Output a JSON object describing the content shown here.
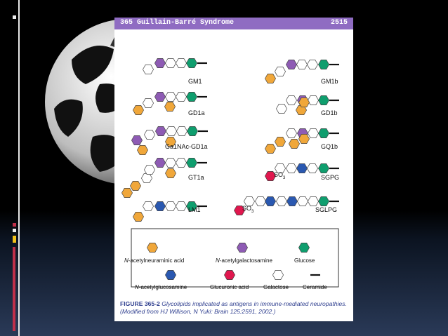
{
  "banner": {
    "left": "365 Guillain-Barré Syndrome",
    "right": "2515"
  },
  "glycolipids": [
    {
      "name": "GM1"
    },
    {
      "name": "GM1b"
    },
    {
      "name": "GD1a"
    },
    {
      "name": "GD1b"
    },
    {
      "name": "Ga1NAc-GD1a"
    },
    {
      "name": "GQ1b"
    },
    {
      "name": "GT1a"
    },
    {
      "name": "SGPG"
    },
    {
      "name": "LM1"
    },
    {
      "name": "SGLPG"
    }
  ],
  "so3_label": "SO",
  "so3_sub": "3",
  "legend": {
    "items": [
      {
        "prefix": "N",
        "label": "-acetylneuraminic acid",
        "color": "#f0a73a"
      },
      {
        "prefix": "N",
        "label": "-acetylgalactosamine",
        "color": "#8e5bb4"
      },
      {
        "prefix": "",
        "label": "Glucose",
        "color": "#0f9e6e"
      },
      {
        "prefix": "N",
        "label": "-acetylglucosamine",
        "color": "#2a58b0"
      },
      {
        "prefix": "",
        "label": "Glucuronic acid",
        "color": "#e0174e"
      },
      {
        "prefix": "",
        "label": "Galactose",
        "color": "#ffffff"
      },
      {
        "prefix": "",
        "label": "Ceramide",
        "color": "#111111"
      }
    ]
  },
  "caption": {
    "figure_label": "FIGURE 365-2",
    "text": "Glycolipids implicated as antigens in immune-mediated neuropathies.",
    "source": "(Modified from HJ Willison, N Yuki: Brain 125:2591, 2002.)"
  },
  "colors": {
    "banner": "#8f6cc2",
    "sialic": "#f0a73a",
    "galnac": "#8e5bb4",
    "glucose": "#0f9e6e",
    "glcnac": "#2a58b0",
    "glca": "#e0174e",
    "galactose": "#ffffff",
    "caption": "#2f3f8f"
  }
}
